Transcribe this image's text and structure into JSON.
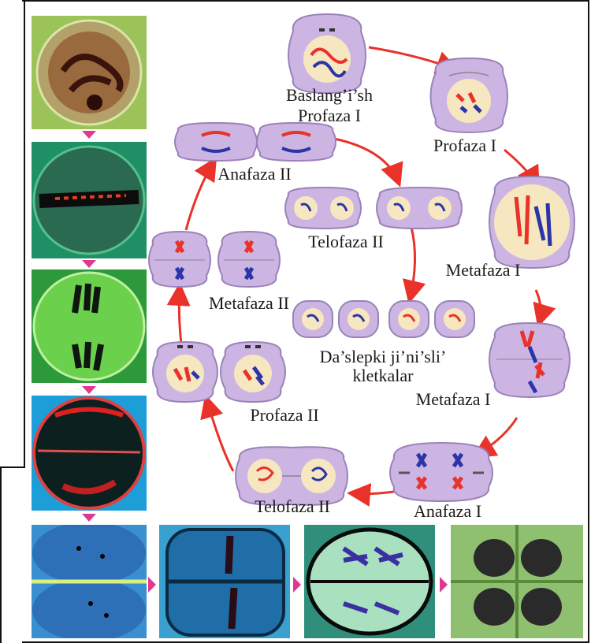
{
  "labels": {
    "start_line1": "Baslang’i’sh",
    "start_line2": "Profaza I",
    "profaza1": "Profaza I",
    "metafaza1_a": "Metafaza I",
    "metafaza1_b": "Metafaza I",
    "anafaza1": "Anafaza I",
    "telofaza2_bottom": "Telofaza II",
    "profaza2": "Profaza II",
    "metafaza2": "Metafaza II",
    "anafaza2": "Anafaza II",
    "telofaza2_mid": "Telofaza II",
    "daughter_line1": "Da’slepki ji’ni’sli’",
    "daughter_line2": "kletkalar"
  },
  "colors": {
    "cell_fill": "#cdb5e3",
    "cell_edge": "#9a82b8",
    "nucleus": "#f6e7c1",
    "red_chromosome": "#e8322a",
    "blue_chromosome": "#2b35a8",
    "arrow": "#e8322a",
    "photo_green": "#4cb05a",
    "photo_blue": "#3a8fd0",
    "pink_marker": "#e0388f"
  }
}
